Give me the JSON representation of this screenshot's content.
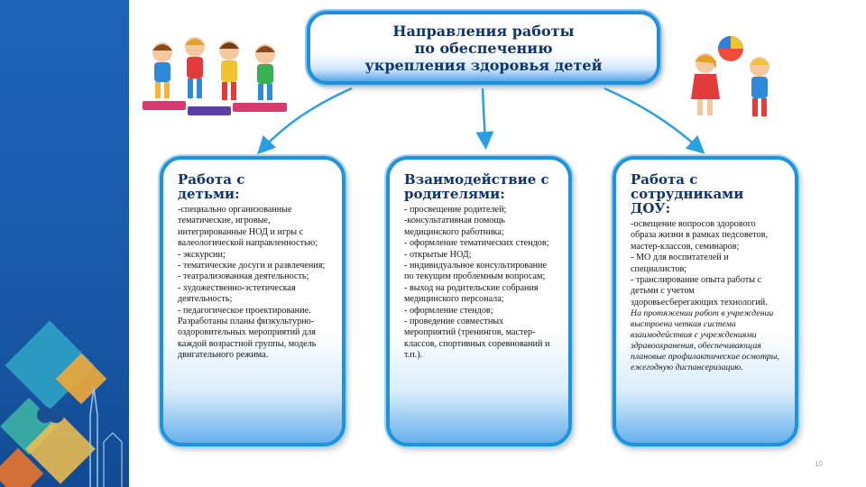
{
  "title": {
    "lines": [
      "Направления работы",
      "по обеспечению",
      "укрепления здоровья детей"
    ]
  },
  "cards": [
    {
      "title_lines": [
        "Работа с",
        "детьми:"
      ],
      "items": [
        "-специально организованные тематические, игровые, интегрированные НОД и игры с валеологической направленностью;",
        "- экскурсии;",
        "- тематические досуги и развлечения;",
        "- театрализованная деятельность;",
        "- художественно-эстетическая деятельность;",
        "- педагогическое проектирование."
      ],
      "note": "Разработаны планы физкультурно-оздоровительных мероприятий для каждой возрастной группы, модель двигательного режима."
    },
    {
      "title_lines": [
        "Взаимодействие с",
        "родителями:"
      ],
      "items": [
        "- просвещение родителей;",
        "-консультативная помощь медицинского работника;",
        "- оформление тематических стендов;",
        "- открытые НОД;",
        "- индивидуальное консультирование по текущим проблемным вопросам;",
        "- выход на родительские собрания медицинского персонала;",
        "- оформление стендов;",
        "- проведение совместных мероприятий (тренингов, мастер-классов, спортивных соревнований и т.п.)."
      ]
    },
    {
      "title_lines": [
        "Работа с",
        "сотрудниками",
        "ДОУ:"
      ],
      "items": [
        "-освещение вопросов здорового образа жизни в рамках педсоветов, мастер-классов, семинаров;",
        "- МО для воспитателей и специалистов;",
        "- транслирование опыта работы с детьми с учетом здоровьесберегающих технологий."
      ],
      "note_italic": "На протяжении работ в учреждении выстроена четкая система взаимодействия с учреждениями здравоохранения, обеспечивающая плановые профилактические осмотры, ежегодную диспансеризацию."
    }
  ],
  "page_number": "10",
  "colors": {
    "accent_blue": "#1e93dc",
    "title_text": "#10356e",
    "side_strip": "#1d63b8"
  }
}
